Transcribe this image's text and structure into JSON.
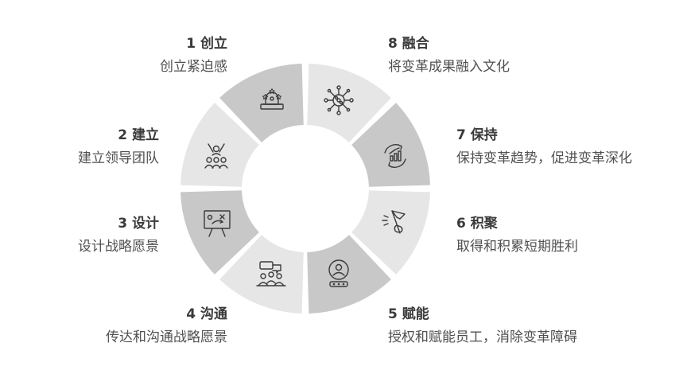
{
  "steps": [
    {
      "title": "1 创立",
      "desc": "创立紧迫感",
      "icon": "alarm-light-icon",
      "fill": "#c8c8c8"
    },
    {
      "title": "2 建立",
      "desc": "建立领导团队",
      "icon": "team-icon",
      "fill": "#e6e6e6"
    },
    {
      "title": "3 设计",
      "desc": "设计战略愿景",
      "icon": "strategy-board-icon",
      "fill": "#c8c8c8"
    },
    {
      "title": "4 沟通",
      "desc": "传达和沟通战略愿景",
      "icon": "communication-icon",
      "fill": "#e6e6e6"
    },
    {
      "title": "5 赋能",
      "desc": "授权和赋能员工，消除变革障碍",
      "icon": "empowerment-icon",
      "fill": "#c8c8c8"
    },
    {
      "title": "6 积聚",
      "desc": "取得和积累短期胜利",
      "icon": "victory-flag-icon",
      "fill": "#e6e6e6"
    },
    {
      "title": "7 保持",
      "desc": "保持变革趋势，促进变革深化",
      "icon": "growth-cycle-icon",
      "fill": "#c8c8c8"
    },
    {
      "title": "8 融合",
      "desc": "将变革成果融入文化",
      "icon": "network-icon",
      "fill": "#e6e6e6"
    }
  ]
}
